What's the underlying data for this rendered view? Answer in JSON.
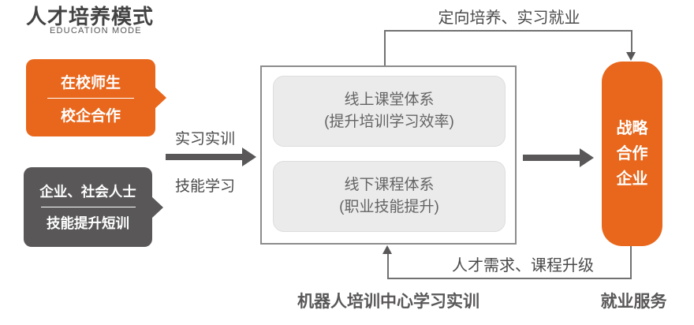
{
  "colors": {
    "orange": "#E8671C",
    "dark_gray": "#595757",
    "text_gray": "#4A4A4A",
    "course_fill": "#EBEBEB"
  },
  "header": {
    "title": "人才培养模式",
    "subtitle": "EDUCATION MODE"
  },
  "left_boxes": [
    {
      "line1": "在校师生",
      "line2": "校企合作"
    },
    {
      "line1": "企业、社会人士",
      "line2": "技能提升短训"
    }
  ],
  "mid_arrow": {
    "label_top": "实习实训",
    "label_bottom": "技能学习"
  },
  "center": {
    "courses": [
      {
        "title": "线上课堂体系",
        "subtitle": "(提升培训学习效率)"
      },
      {
        "title": "线下课程体系",
        "subtitle": "(职业技能提升)"
      }
    ],
    "caption": "机器人培训中心学习实训"
  },
  "right_box": {
    "lines": [
      "战略",
      "合作",
      "企业"
    ],
    "caption": "就业服务"
  },
  "top_flow": {
    "label": "定向培养、实习就业"
  },
  "bottom_flow": {
    "label": "人才需求、课程升级"
  }
}
